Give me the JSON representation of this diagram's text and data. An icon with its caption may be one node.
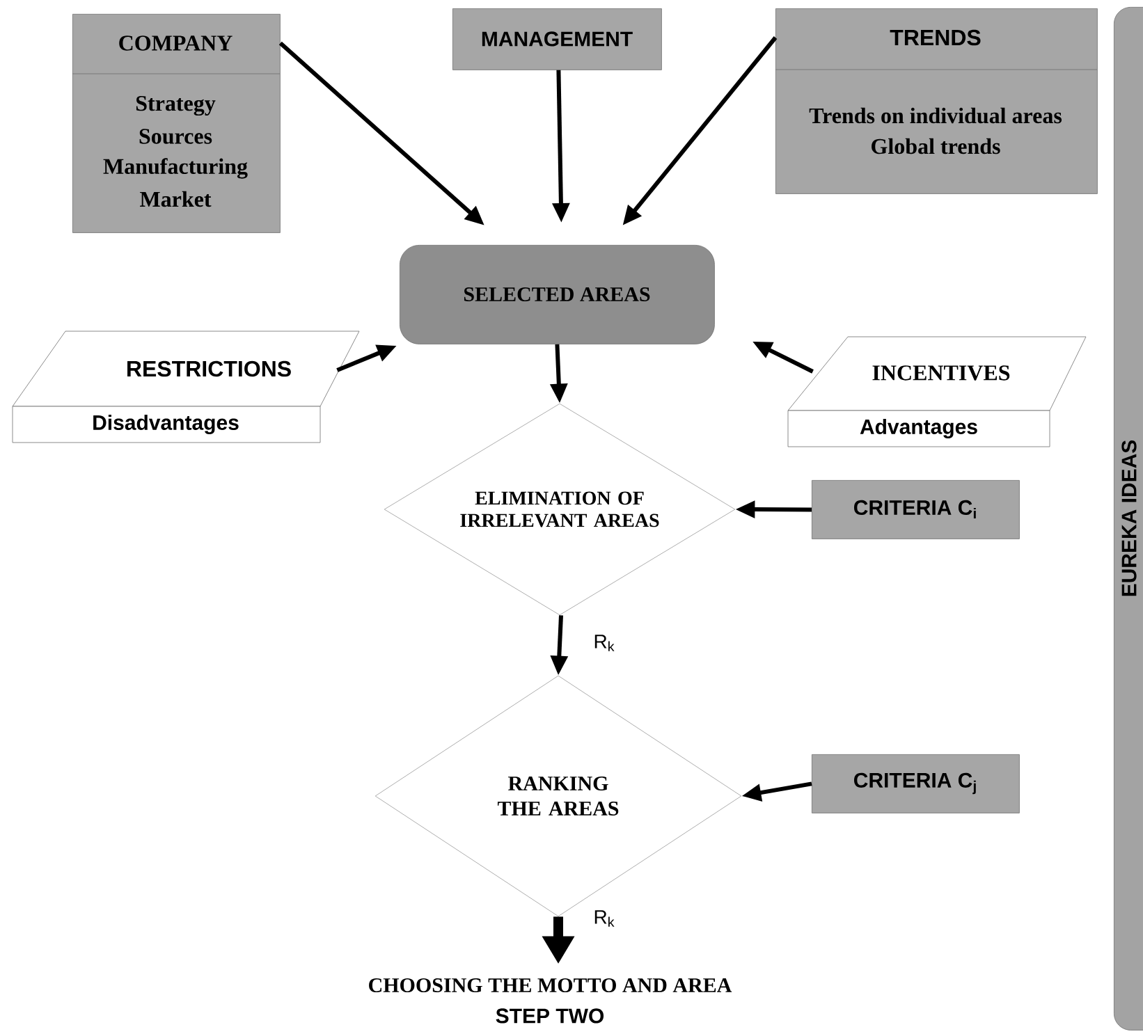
{
  "diagram": {
    "nodes": [
      {
        "text": [
          "COMPANY",
          "Strategy",
          "Sources",
          "Manufacturing",
          "Market"
        ]
      },
      {
        "text": [
          "MANAGEMENT"
        ]
      },
      {
        "text": [
          "TRENDS",
          "Trends on individual areas",
          "Global trends"
        ]
      },
      {
        "text": [
          "SELECTED AREAS"
        ]
      },
      {
        "text": [
          "RESTRICTIONS",
          "Disadvantages"
        ]
      },
      {
        "text": [
          "INCENTIVES",
          "Advantages"
        ]
      },
      {
        "text": [
          "ELIMINATION OF IRRELEVANT AREAS"
        ]
      },
      {
        "text": [
          "CRITERIA C$_{i}$"
        ]
      },
      {
        "text": [
          "RANKING THE AREAS"
        ]
      },
      {
        "text": [
          "CRITERIA C$_{j}$"
        ]
      },
      {
        "text": [
          "CHOOSING THE MOTTO AND AREA",
          "STEP TWO"
        ]
      },
      {
        "text": [
          "EUREKA IDEAS"
        ]
      }
    ],
    "edges": [
      {
        "from": 0,
        "to": 3,
        "arrow": "to"
      },
      {
        "from": 1,
        "to": 3,
        "arrow": "to"
      },
      {
        "from": 2,
        "to": 3,
        "arrow": "to"
      },
      {
        "from": 4,
        "to": 3,
        "arrow": "to"
      },
      {
        "from": 5,
        "to": 3,
        "arrow": "to"
      },
      {
        "from": 3,
        "to": 6,
        "arrow": "to"
      },
      {
        "from": 7,
        "to": 6,
        "arrow": "to"
      },
      {
        "from": 6,
        "to": 8,
        "arrow": "to",
        "label": "R$_{k}$"
      },
      {
        "from": 9,
        "to": 8,
        "arrow": "to"
      },
      {
        "from": 8,
        "to": 10,
        "arrow": "to",
        "label": "R$_{k}$",
        "style": "thick"
      }
    ]
  }
}
